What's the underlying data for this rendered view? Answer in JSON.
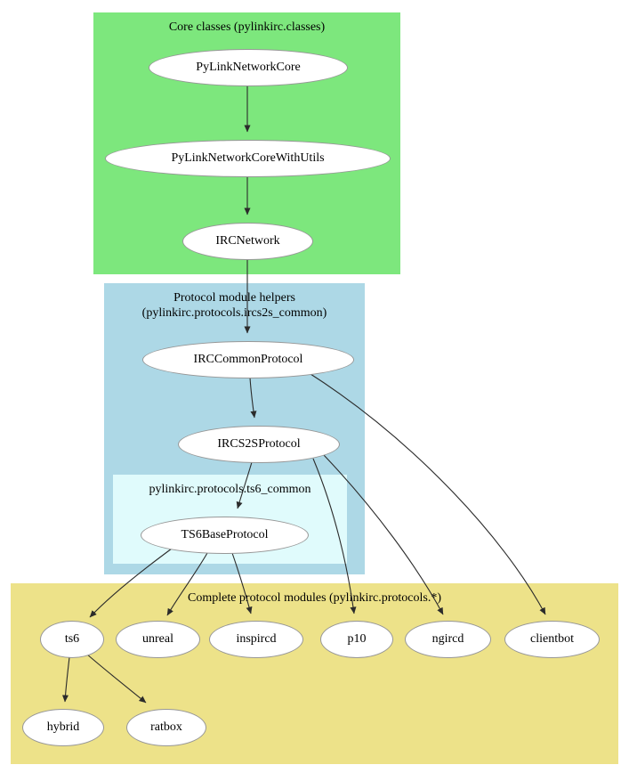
{
  "diagram": {
    "clusters": {
      "core": {
        "title": "Core classes (pylinkirc.classes)",
        "color": "#7de77d"
      },
      "helpers": {
        "title_line1": "Protocol module helpers",
        "title_line2": "(pylinkirc.protocols.ircs2s_common)",
        "color": "#add8e6"
      },
      "ts6_common": {
        "title": "pylinkirc.protocols.ts6_common",
        "color": "#e0fbfc"
      },
      "complete": {
        "title": "Complete protocol modules (pylinkirc.protocols.*)",
        "color": "#ede289"
      }
    },
    "nodes": {
      "core1": "PyLinkNetworkCore",
      "core2": "PyLinkNetworkCoreWithUtils",
      "core3": "IRCNetwork",
      "helper1": "IRCCommonProtocol",
      "helper2": "IRCS2SProtocol",
      "ts6base": "TS6BaseProtocol",
      "ts6": "ts6",
      "unreal": "unreal",
      "inspircd": "inspircd",
      "p10": "p10",
      "ngircd": "ngircd",
      "clientbot": "clientbot",
      "hybrid": "hybrid",
      "ratbox": "ratbox"
    },
    "edges": [
      [
        "PyLinkNetworkCore",
        "PyLinkNetworkCoreWithUtils"
      ],
      [
        "PyLinkNetworkCoreWithUtils",
        "IRCNetwork"
      ],
      [
        "IRCNetwork",
        "IRCCommonProtocol"
      ],
      [
        "IRCCommonProtocol",
        "IRCS2SProtocol"
      ],
      [
        "IRCCommonProtocol",
        "clientbot"
      ],
      [
        "IRCS2SProtocol",
        "TS6BaseProtocol"
      ],
      [
        "IRCS2SProtocol",
        "p10"
      ],
      [
        "IRCS2SProtocol",
        "ngircd"
      ],
      [
        "TS6BaseProtocol",
        "ts6"
      ],
      [
        "TS6BaseProtocol",
        "unreal"
      ],
      [
        "TS6BaseProtocol",
        "inspircd"
      ],
      [
        "ts6",
        "hybrid"
      ],
      [
        "ts6",
        "ratbox"
      ]
    ]
  }
}
